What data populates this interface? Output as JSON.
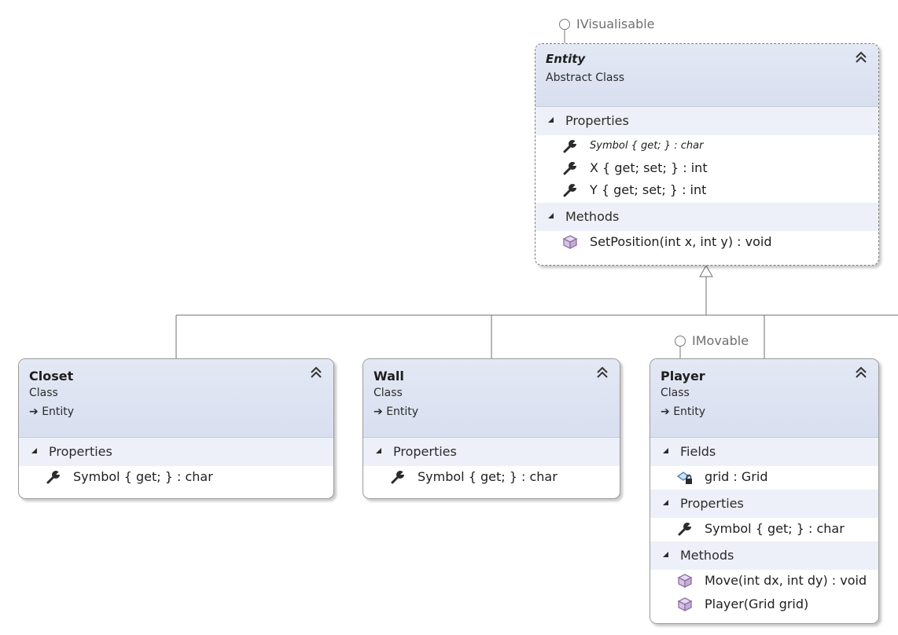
{
  "interfaces": {
    "ivisualisable": "IVisualisable",
    "imovable": "IMovable"
  },
  "entity": {
    "name": "Entity",
    "kind": "Abstract Class",
    "sections": {
      "properties": "Properties",
      "methods": "Methods"
    },
    "properties": [
      "Symbol { get; } : char",
      "X { get; set; } : int",
      "Y { get; set; } : int"
    ],
    "methods": [
      "SetPosition(int x, int y) : void"
    ]
  },
  "closet": {
    "name": "Closet",
    "kind": "Class",
    "base": "Entity",
    "sections": {
      "properties": "Properties"
    },
    "properties": [
      "Symbol { get; } : char"
    ]
  },
  "wall": {
    "name": "Wall",
    "kind": "Class",
    "base": "Entity",
    "sections": {
      "properties": "Properties"
    },
    "properties": [
      "Symbol { get; } : char"
    ]
  },
  "player": {
    "name": "Player",
    "kind": "Class",
    "base": "Entity",
    "sections": {
      "fields": "Fields",
      "properties": "Properties",
      "methods": "Methods"
    },
    "fields": [
      "grid : Grid"
    ],
    "properties": [
      "Symbol { get; } : char"
    ],
    "methods": [
      "Move(int dx, int dy) : void",
      "Player(Grid grid)"
    ]
  },
  "icons": {
    "property": "wrench-icon",
    "method": "cube-icon",
    "field": "field-lock-icon",
    "inheritance": "arrow-icon",
    "collapse": "double-chevron-up-icon",
    "section_toggle": "triangle-icon"
  }
}
